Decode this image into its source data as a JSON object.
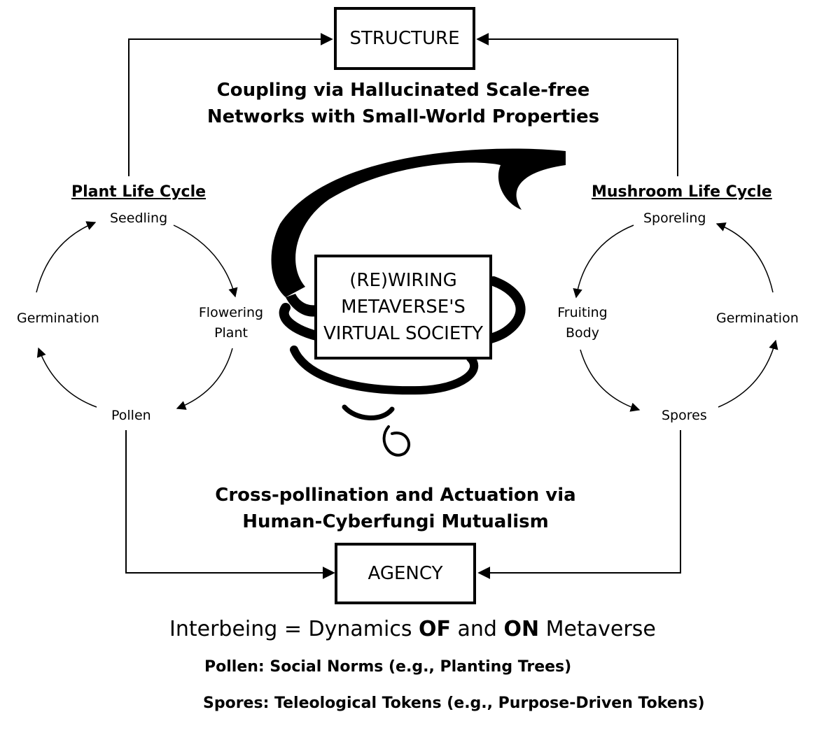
{
  "top_box": {
    "label": "STRUCTURE"
  },
  "bottom_box": {
    "label": "AGENCY"
  },
  "center_box": {
    "lines": [
      "(RE)WIRING",
      "METAVERSE'S",
      "VIRTUAL SOCIETY"
    ]
  },
  "top_caption": {
    "lines": [
      "Coupling via Hallucinated Scale-free",
      "Networks with Small-World Properties"
    ]
  },
  "bottom_caption": {
    "lines": [
      "Cross-pollination and Actuation via",
      "Human-Cyberfungi Mutualism"
    ]
  },
  "plant_cycle": {
    "title": "Plant Life Cycle",
    "seedling": "Seedling",
    "flowering": [
      "Flowering",
      "Plant"
    ],
    "pollen": "Pollen",
    "germination": "Germination"
  },
  "mushroom_cycle": {
    "title": "Mushroom Life Cycle",
    "sporeling": "Sporeling",
    "fruiting": [
      "Fruiting",
      "Body"
    ],
    "spores": "Spores",
    "germination": "Germination"
  },
  "formula": {
    "prefix": "Interbeing = Dynamics ",
    "of": "OF",
    "and": " and ",
    "on": "ON",
    "suffix": " Metaverse"
  },
  "notes": {
    "pollen": "Pollen: Social Norms (e.g., Planting Trees)",
    "spores": "Spores: Teleological Tokens (e.g., Purpose-Driven Tokens)"
  }
}
